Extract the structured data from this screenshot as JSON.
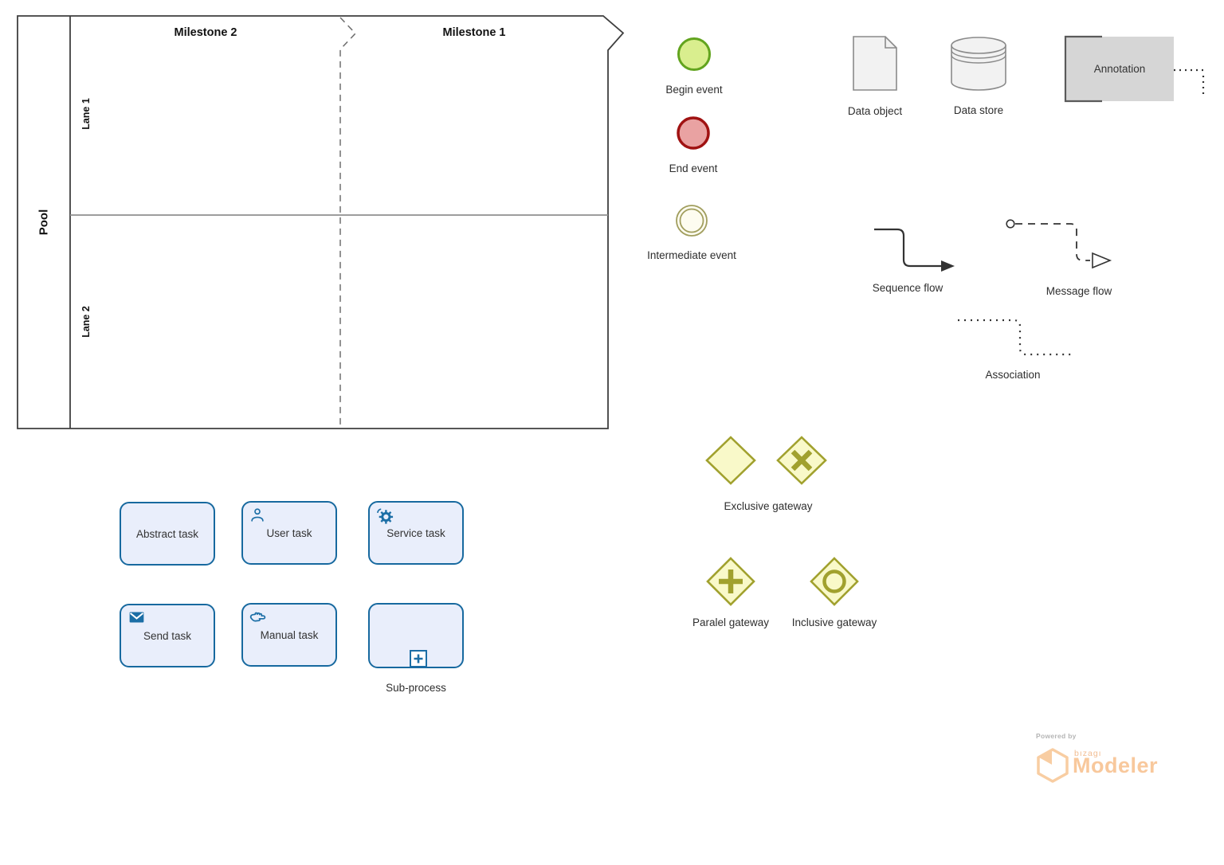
{
  "pool": {
    "label": "Pool",
    "lanes": [
      "Lane 1",
      "Lane 2"
    ],
    "milestones": [
      "Milestone 2",
      "Milestone 1"
    ]
  },
  "events": [
    {
      "label": "Begin event",
      "fill": "#d9ee8e",
      "stroke": "#62a41e"
    },
    {
      "label": "End event",
      "fill": "#e9a2a2",
      "stroke": "#a01212"
    },
    {
      "label": "Intermediate event",
      "fill": "#fdfcf0",
      "stroke": "#a19e5e"
    }
  ],
  "artifacts": {
    "data_object": {
      "label": "Data object"
    },
    "data_store": {
      "label": "Data store"
    },
    "annotation": {
      "label": "Annotation"
    }
  },
  "connectors": {
    "sequence_flow": {
      "label": "Sequence flow"
    },
    "message_flow": {
      "label": "Message flow"
    },
    "association": {
      "label": "Association"
    }
  },
  "tasks": [
    {
      "label": "Abstract task",
      "icon": "none"
    },
    {
      "label": "User task",
      "icon": "user-icon"
    },
    {
      "label": "Service task",
      "icon": "gear-icon"
    },
    {
      "label": "Send task",
      "icon": "envelope-icon"
    },
    {
      "label": "Manual task",
      "icon": "hand-icon"
    },
    {
      "label": "Sub-process",
      "icon": "plus-icon"
    }
  ],
  "gateways": [
    {
      "label": "Exclusive gateway"
    },
    {
      "label": "Paralel gateway"
    },
    {
      "label": "Inclusive gateway"
    }
  ],
  "branding": {
    "powered_by": "Powered by",
    "brand": "bızagı",
    "product": "Modeler"
  },
  "colors": {
    "task_fill": "#e9eefb",
    "task_border": "#17699f",
    "gateway_fill": "#f9f9c9",
    "gateway_stroke": "#a1a12e",
    "annotation_fill": "#d6d6d6",
    "artifact_fill": "#f2f2f2",
    "artifact_stroke": "#8a8a8a",
    "logo_orange": "#f8c89c"
  }
}
